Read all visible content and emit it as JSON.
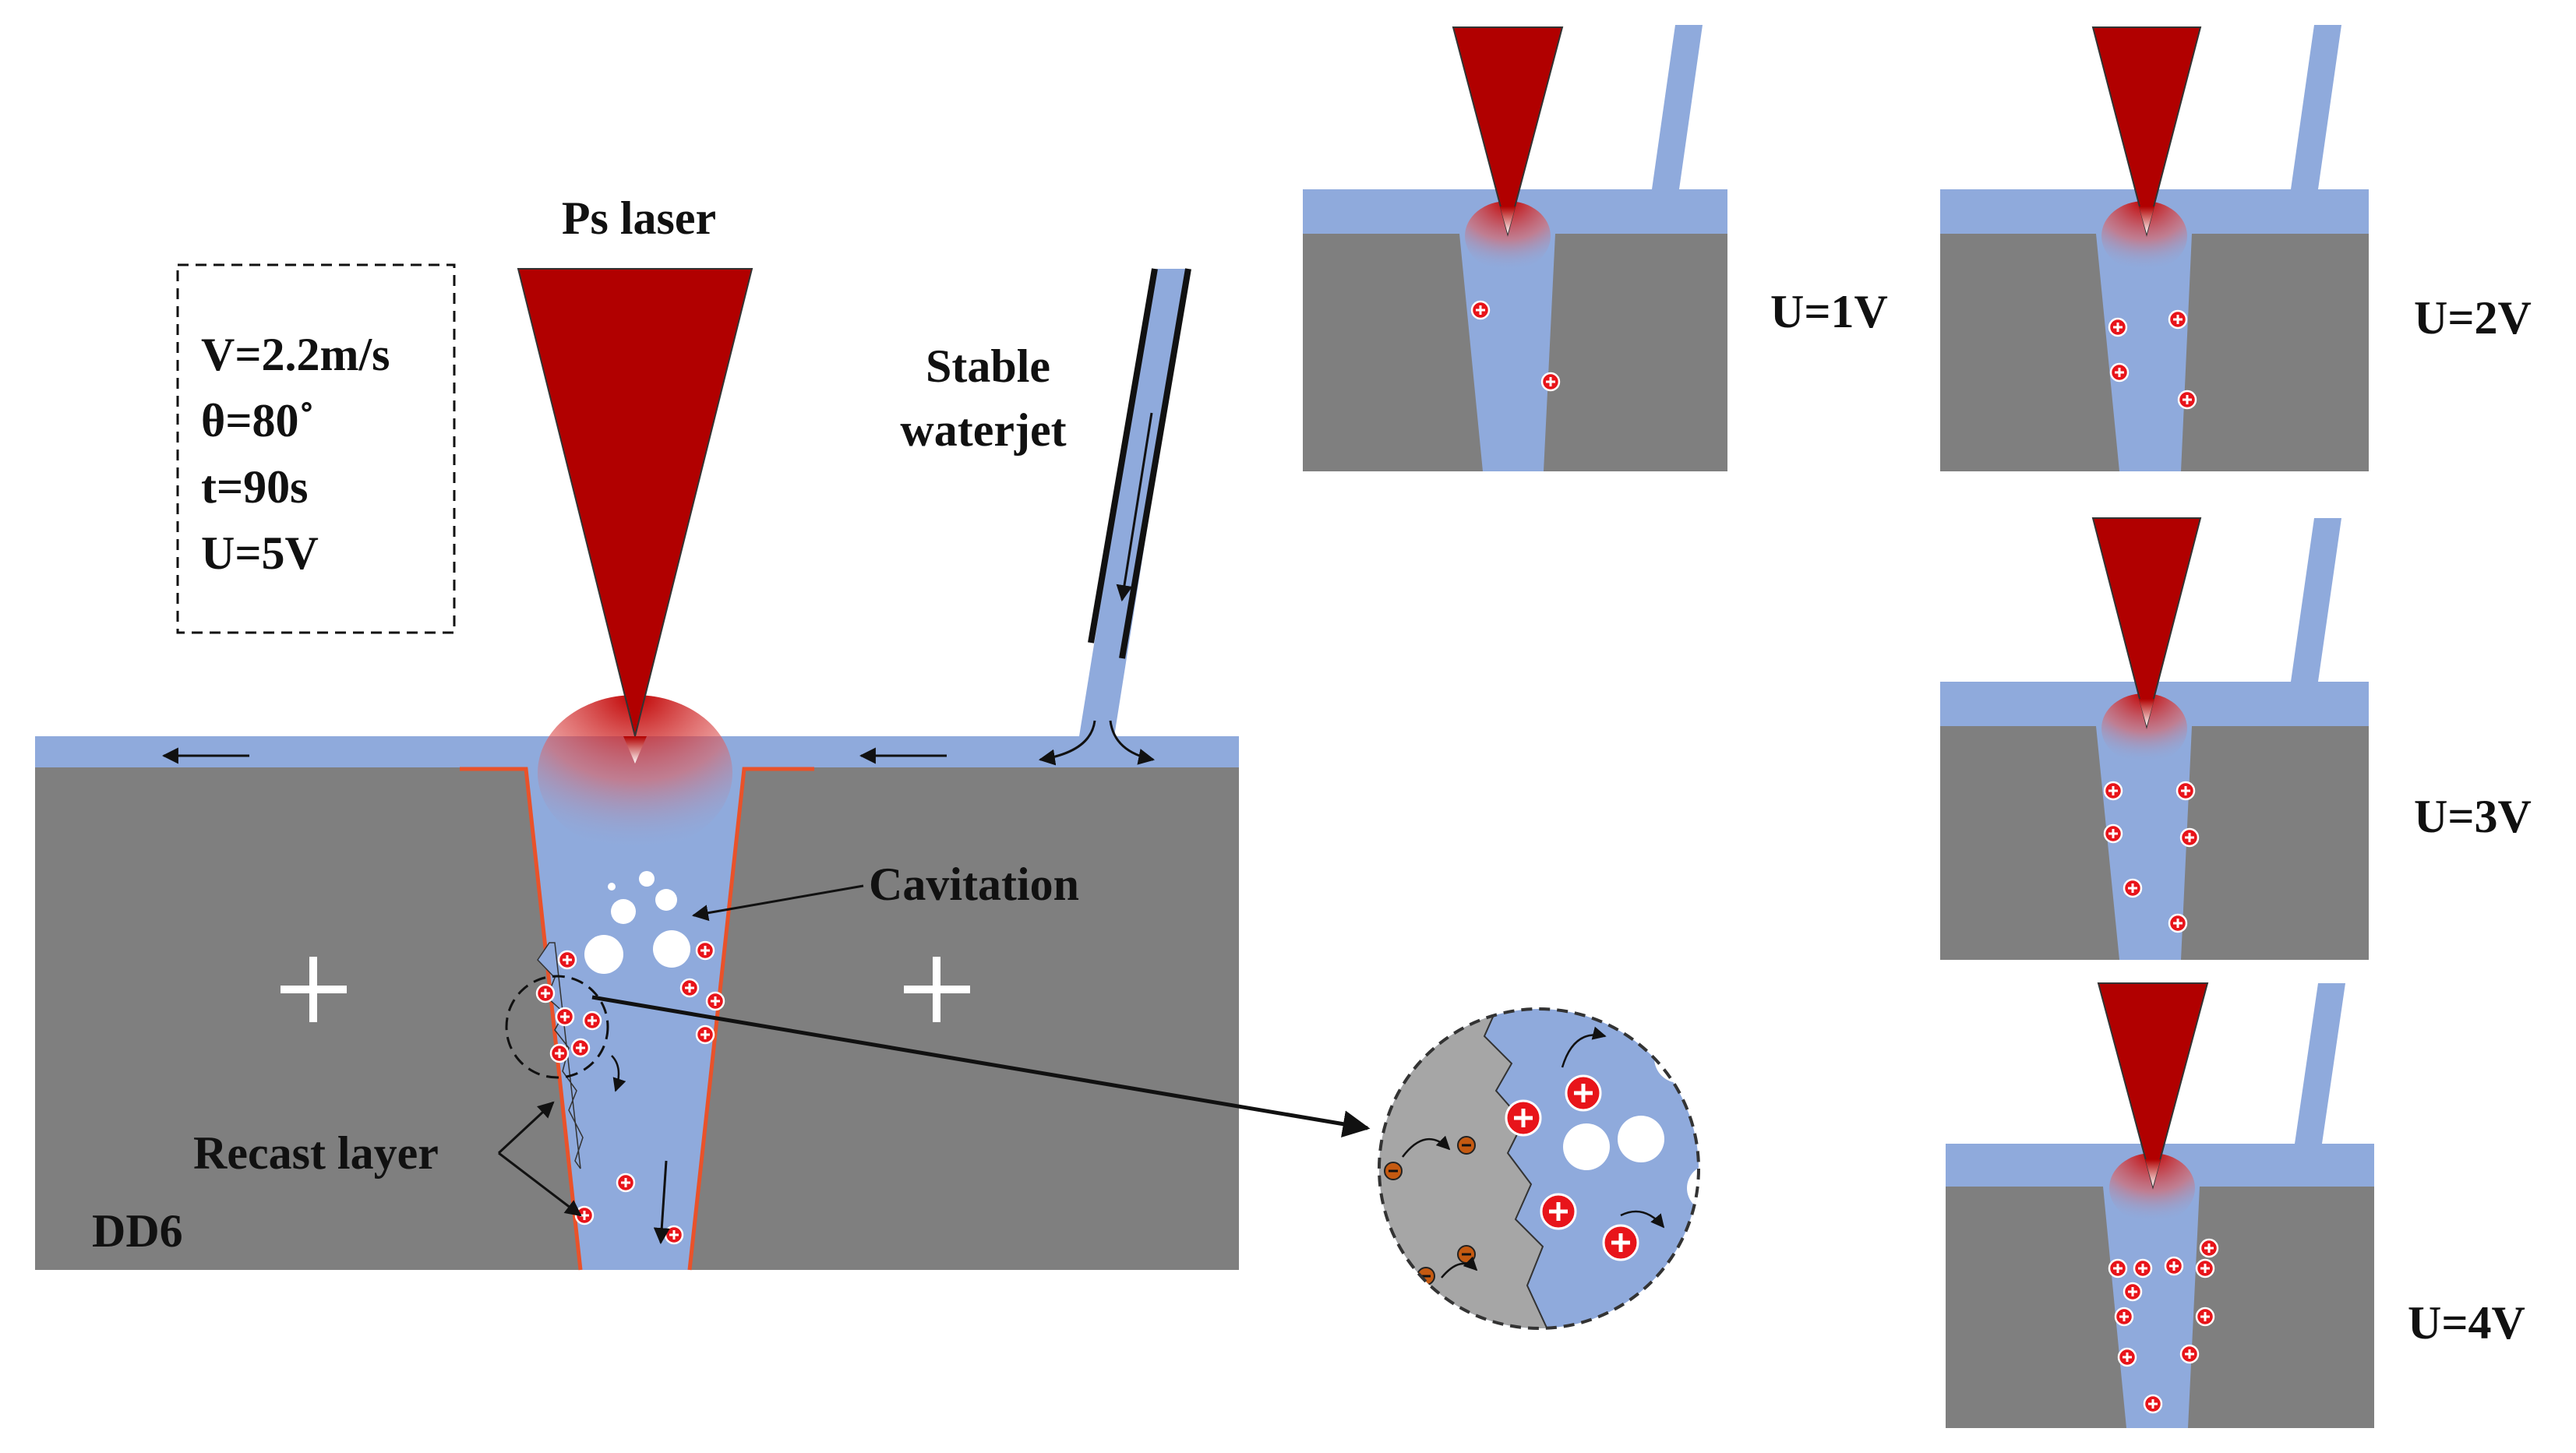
{
  "main_diagram": {
    "laser_label": "Ps laser",
    "waterjet_label_line1": "Stable",
    "waterjet_label_line2": "waterjet",
    "params": [
      "V=2.2m/s",
      "θ=80˚",
      "t=90s",
      "U=5V"
    ],
    "cavitation_label": "Cavitation",
    "recast_label": "Recast layer",
    "material_label": "DD6"
  },
  "voltage_panels": [
    {
      "label": "U=1V",
      "ion_count": 2
    },
    {
      "label": "U=2V",
      "ion_count": 4
    },
    {
      "label": "U=3V",
      "ion_count": 6
    },
    {
      "label": "U=4V",
      "ion_count": 11
    }
  ],
  "zoom_view": {
    "cation_count": 4,
    "anion_count": 4,
    "bubble_count": 4
  },
  "colors": {
    "substrate": "#7f7f7f",
    "water": "#8faadc",
    "laser": "#b10000",
    "recast_line": "#e9522a",
    "ion": "#e8141a",
    "zoom_metal": "#a6a6a6"
  }
}
